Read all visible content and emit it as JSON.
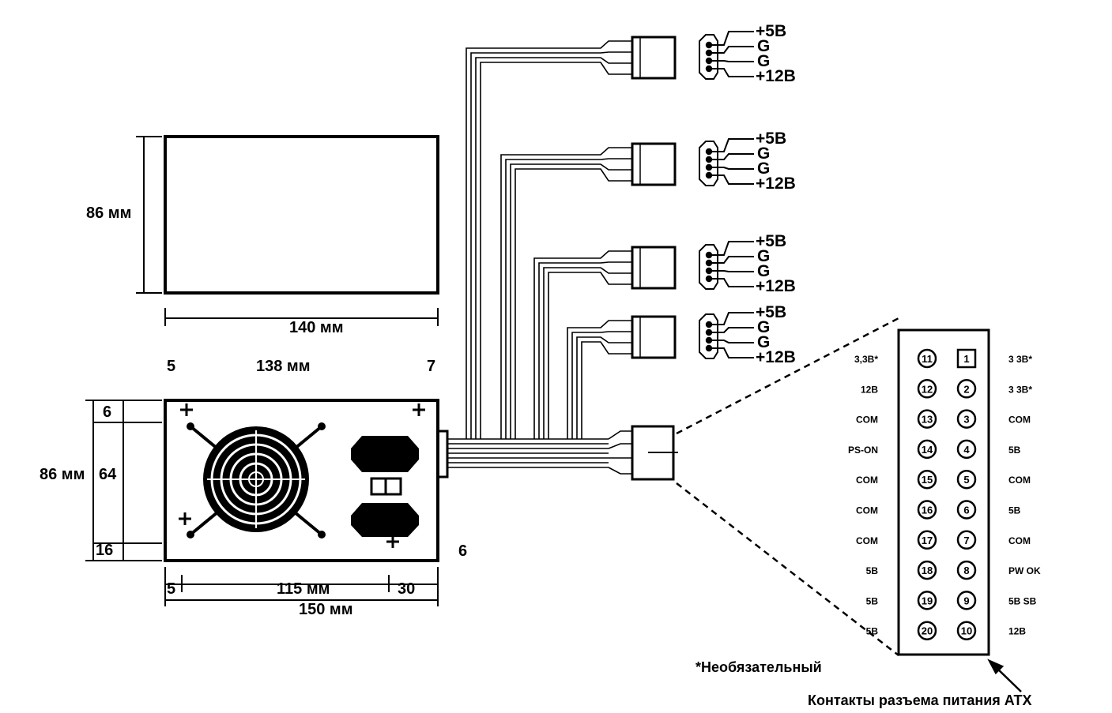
{
  "dims": {
    "top_height": "86 мм",
    "top_width": "140 мм",
    "front_offset_left": "5",
    "front_width": "138 мм",
    "front_offset_right": "7",
    "front_top_margin": "6",
    "front_height": "86 мм",
    "front_inner_height": "64",
    "front_bottom_margin": "16",
    "side_label": "6",
    "bottom_offset_left": "5",
    "bottom_inner_width": "115 мм",
    "bottom_right_width": "30",
    "bottom_total_width": "150 мм"
  },
  "molex_connectors": [
    {
      "pins": [
        "+5В",
        "G",
        "G",
        "+12В"
      ]
    },
    {
      "pins": [
        "+5В",
        "G",
        "G",
        "+12В"
      ]
    },
    {
      "pins": [
        "+5В",
        "G",
        "G",
        "+12В"
      ]
    },
    {
      "pins": [
        "+5В",
        "G",
        "G",
        "+12В"
      ]
    }
  ],
  "atx": {
    "left_labels": [
      "3,3В*",
      "12В",
      "COM",
      "PS-ON",
      "COM",
      "COM",
      "COM",
      "5В",
      "5В",
      "5В"
    ],
    "left_numbers": [
      "11",
      "12",
      "13",
      "14",
      "15",
      "16",
      "17",
      "18",
      "19",
      "20"
    ],
    "right_numbers": [
      "1",
      "2",
      "3",
      "4",
      "5",
      "6",
      "7",
      "8",
      "9",
      "10"
    ],
    "right_labels": [
      "3 3В*",
      "3 3В*",
      "COM",
      "5В",
      "COM",
      "5В",
      "COM",
      "PW OK",
      "5В SB",
      "12В"
    ]
  },
  "footnote": "*Необязательный",
  "caption": "Контакты разъема питания ATX"
}
